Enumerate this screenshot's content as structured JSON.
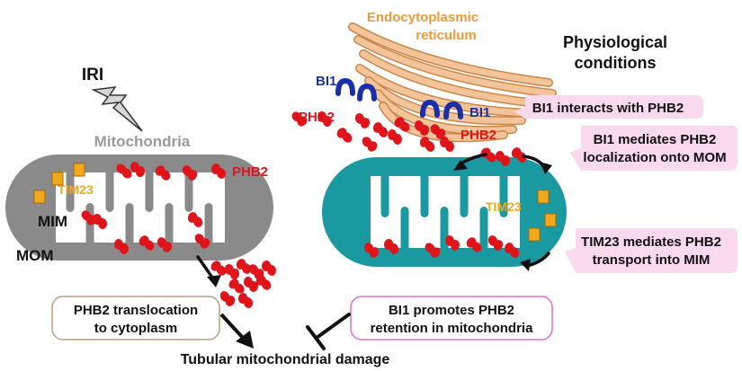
{
  "labels": {
    "endo_line1": "Endocytoplasmic",
    "endo_line2": "reticulum",
    "phys_line1": "Physiological",
    "phys_line2": "conditions",
    "iri": "IRI",
    "mitochondria": "Mitochondria",
    "phb2_left": "PHB2",
    "tim23_left": "TIM23",
    "mim": "MIM",
    "mom": "MOM",
    "bi1_top": "BI1",
    "phb2_mid": "PHB2",
    "bi1_right": "BI1",
    "phb2_right": "PHB2",
    "tim23_right": "TIM23",
    "final": "Tubular mitochondrial damage"
  },
  "boxes": {
    "bi1_interacts": "BI1 interacts with PHB2",
    "bi1_mediates_line1": "BI1 mediates PHB2",
    "bi1_mediates_line2": "localization onto MOM",
    "tim23_mediates_line1": "TIM23 mediates PHB2",
    "tim23_mediates_line2": "transport into MIM",
    "translocation_line1": "PHB2 translocation",
    "translocation_line2": "to cytoplasm",
    "promotes_line1": "BI1 promotes PHB2",
    "promotes_line2": "retention in mitochondria"
  },
  "colors": {
    "phb2": "#e0141b",
    "bi1": "#1b2fa8",
    "tim23": "#f2a81d",
    "er": "#f3c49a",
    "er_stroke": "#c98648",
    "mito_injured": "#8a8a8a",
    "mito_healthy": "#1a9aa0",
    "callout_pink": "#f9d9ee",
    "box_brown": "#b79d86",
    "box_pink": "#e56fc4"
  }
}
